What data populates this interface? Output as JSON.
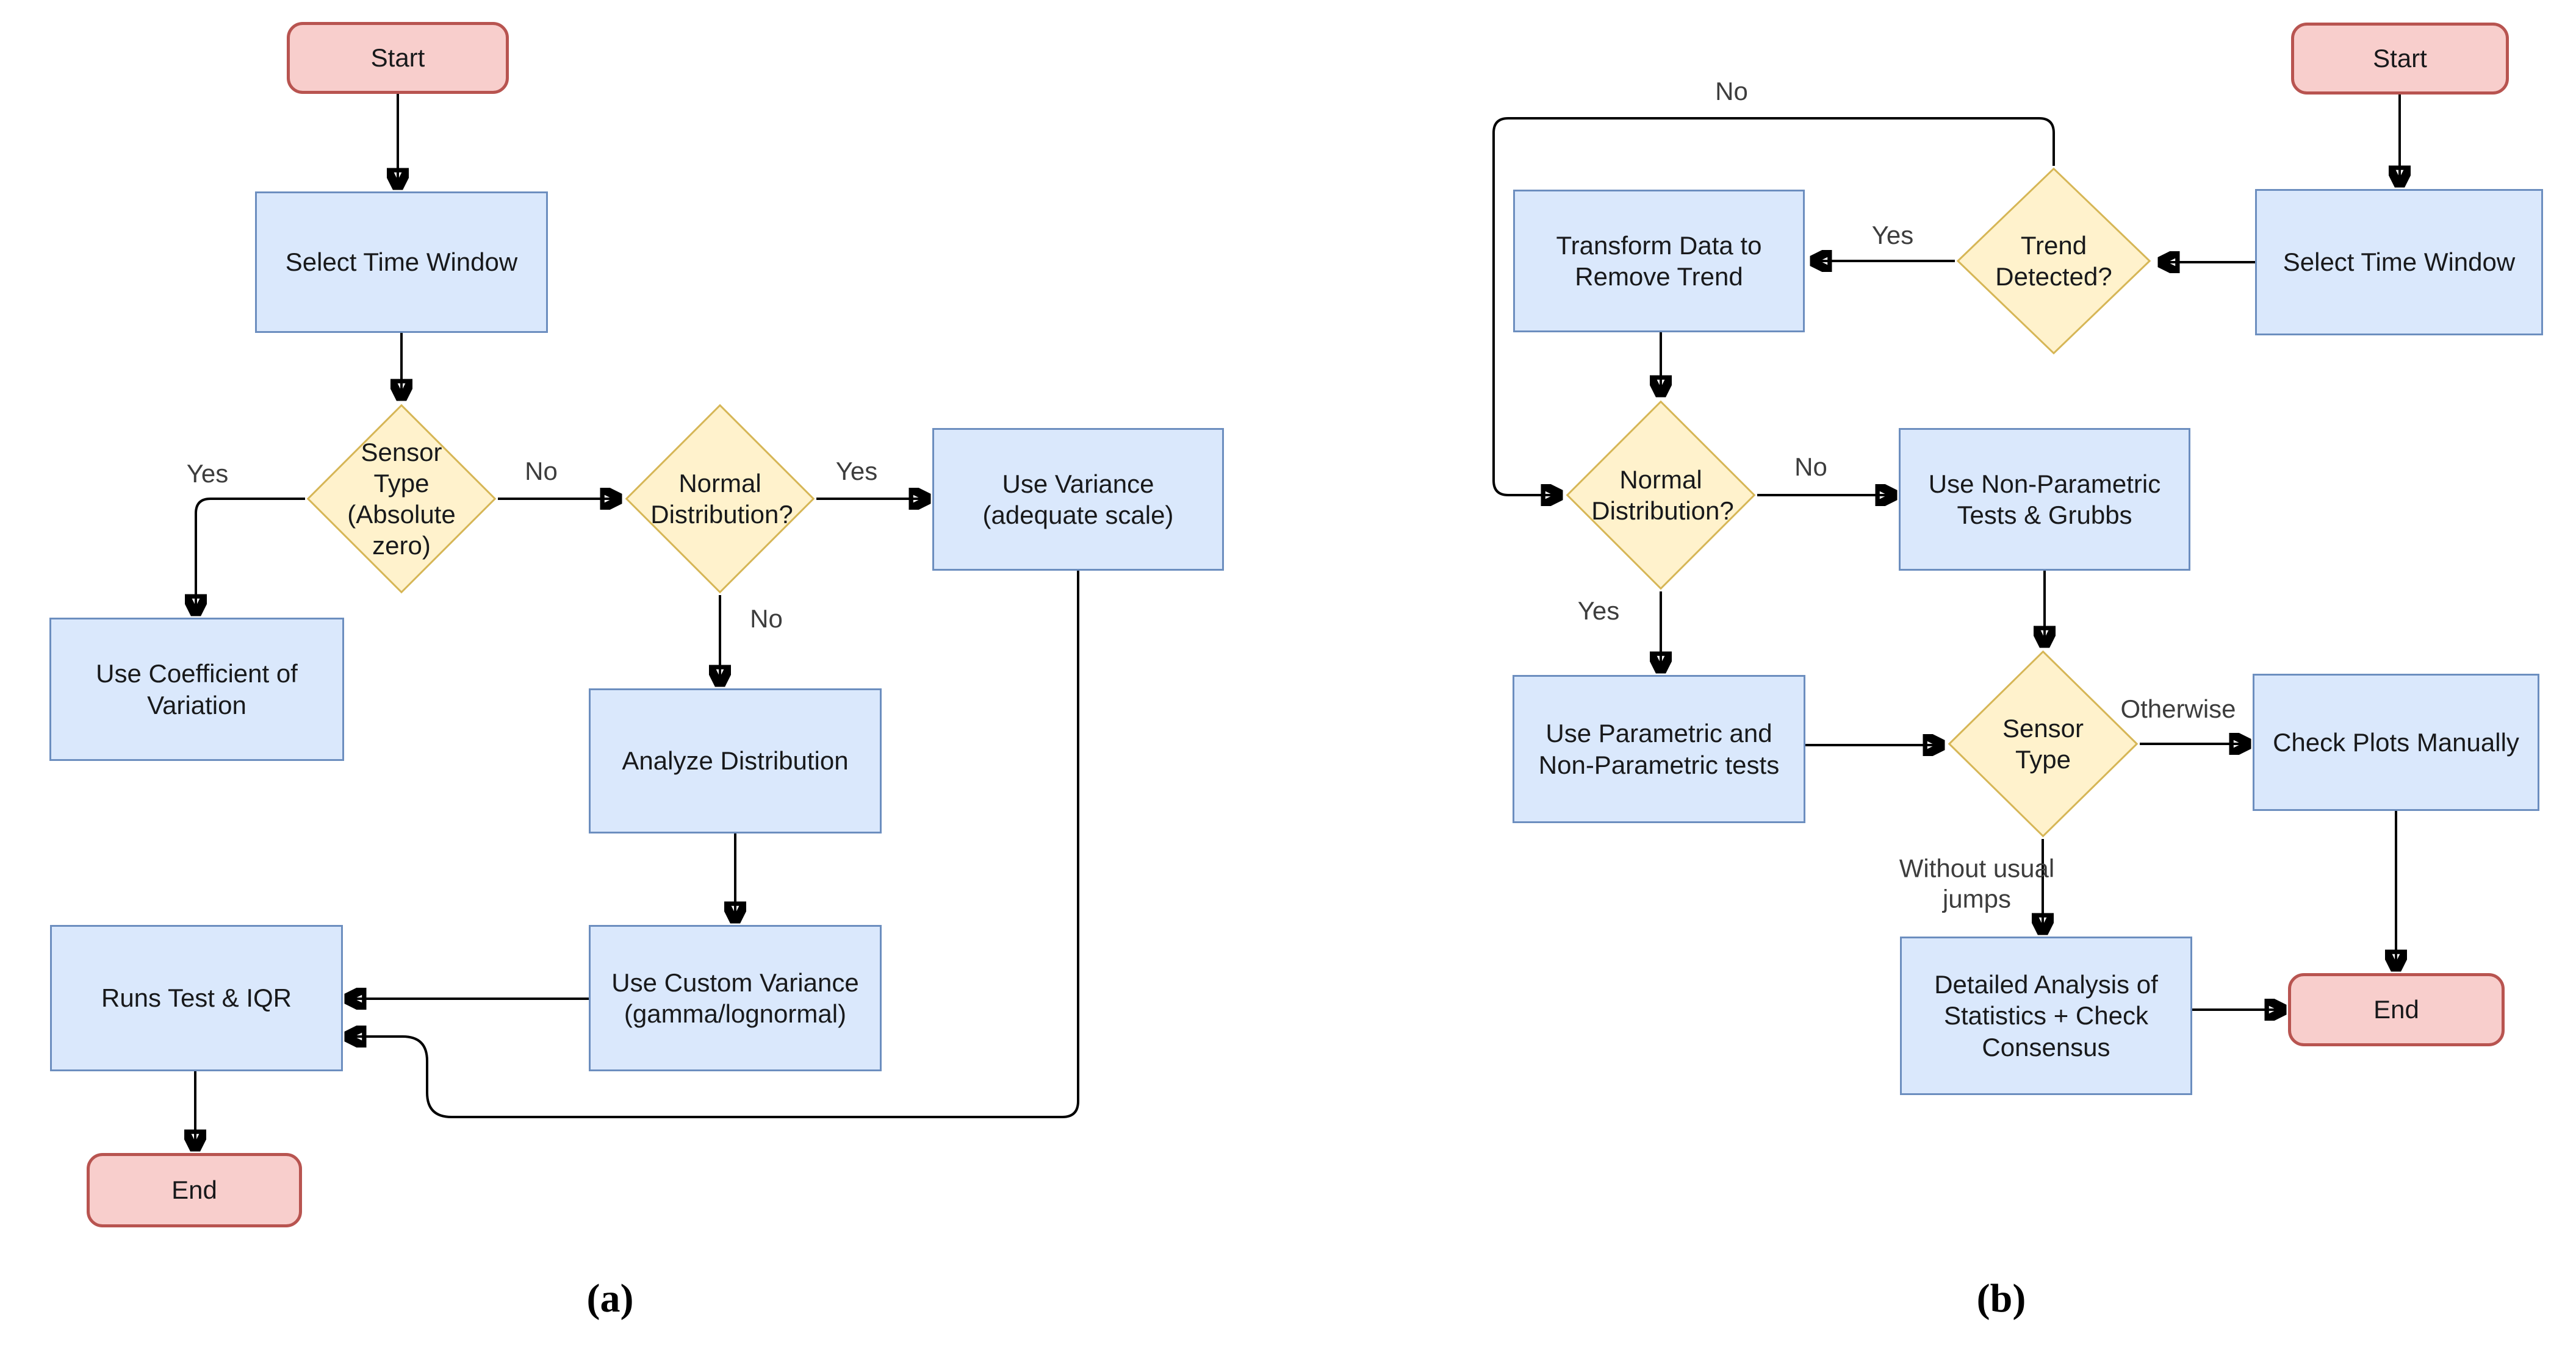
{
  "figure": {
    "caption_a": "(a)",
    "caption_b": "(b)"
  },
  "colors": {
    "process_fill": "#dae8fc",
    "process_border": "#6c8ebf",
    "decision_fill": "#fff2cc",
    "decision_border": "#d6b656",
    "terminal_fill": "#f8cecc",
    "terminal_border": "#b85450",
    "edge": "#000000"
  },
  "flowchart_a": {
    "nodes": {
      "start": "Start",
      "select_time_window": "Select Time Window",
      "sensor_type": "Sensor Type (Absolute zero)",
      "normal_distribution": "Normal Distribution?",
      "use_variance": "Use Variance (adequate scale)",
      "use_coefficient": "Use Coefficient of Variation",
      "analyze_distribution": "Analyze Distribution",
      "use_custom_variance": "Use Custom Variance (gamma/lognormal)",
      "runs_test": "Runs Test & IQR",
      "end": "End"
    },
    "edge_labels": {
      "sensor_yes": "Yes",
      "sensor_no": "No",
      "normal_yes": "Yes",
      "normal_no": "No"
    }
  },
  "flowchart_b": {
    "nodes": {
      "start": "Start",
      "select_time_window": "Select Time Window",
      "trend_detected": "Trend Detected?",
      "transform_data": "Transform Data to Remove Trend",
      "normal_distribution": "Normal Distribution?",
      "use_non_parametric": "Use Non-Parametric Tests & Grubbs",
      "use_parametric": "Use Parametric and Non-Parametric tests",
      "sensor_type": "Sensor Type",
      "check_plots": "Check Plots Manually",
      "detailed_analysis": "Detailed Analysis of Statistics + Check Consensus",
      "end": "End"
    },
    "edge_labels": {
      "trend_no": "No",
      "trend_yes": "Yes",
      "normal_no": "No",
      "normal_yes": "Yes",
      "otherwise": "Otherwise",
      "without_jumps": "Without usual jumps"
    }
  }
}
